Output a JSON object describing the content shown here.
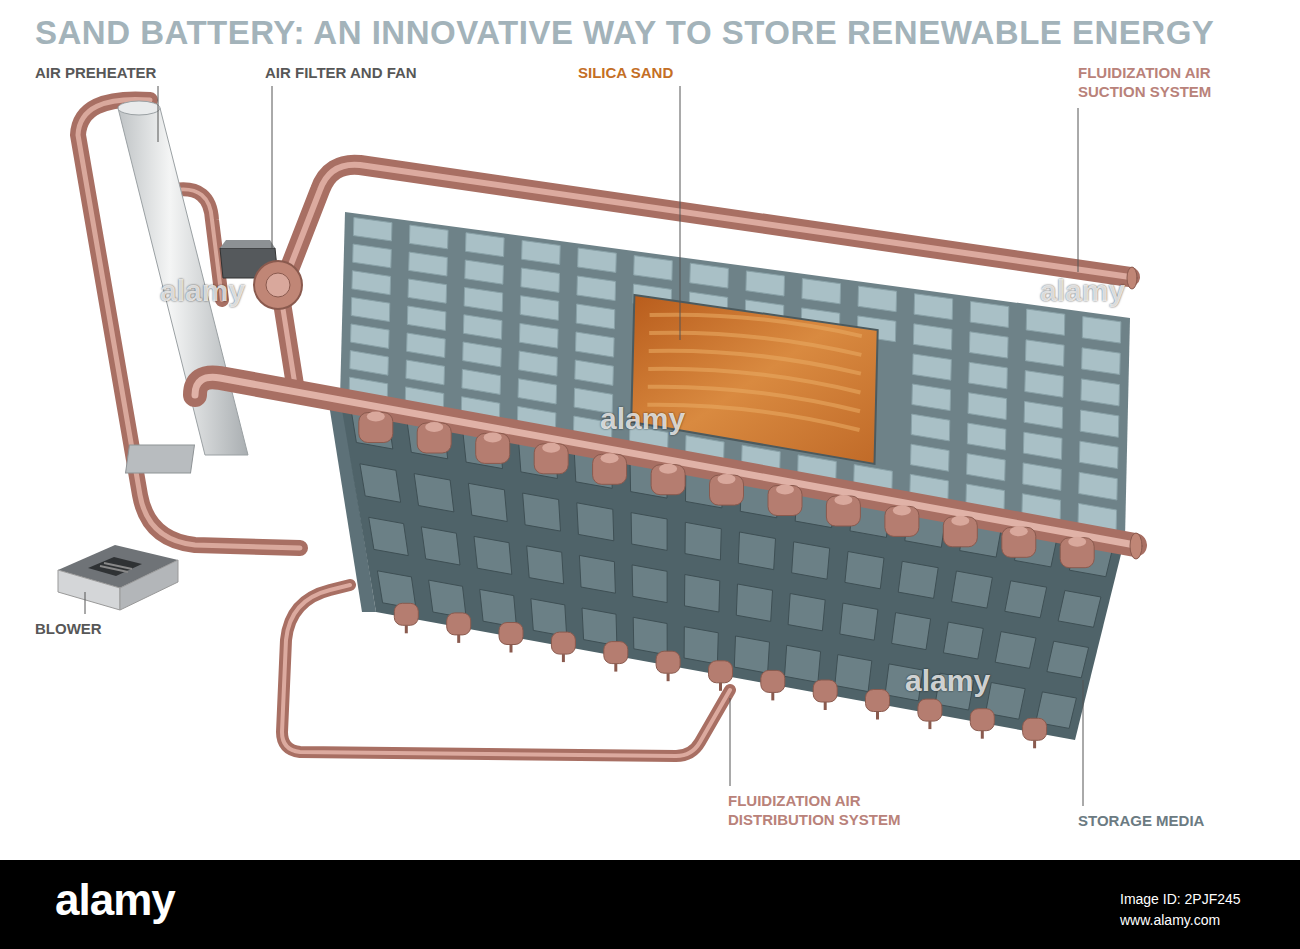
{
  "diagram": {
    "title": "SAND BATTERY: AN INNOVATIVE WAY TO STORE RENEWABLE ENERGY",
    "labels": [
      "AIR PREHEATER",
      "AIR FILTER AND FAN",
      "SILICA SAND",
      "FLUIDIZATION AIR SUCTION SYSTEM",
      "BLOWER",
      "FLUIDIZATION AIR DISTRIBUTION SYSTEM",
      "STORAGE MEDIA",
      "alamy",
      "alamy",
      "alamy",
      "alamy",
      "alamy",
      "Image ID: 2PJF245",
      "www.alamy.com"
    ]
  }
}
